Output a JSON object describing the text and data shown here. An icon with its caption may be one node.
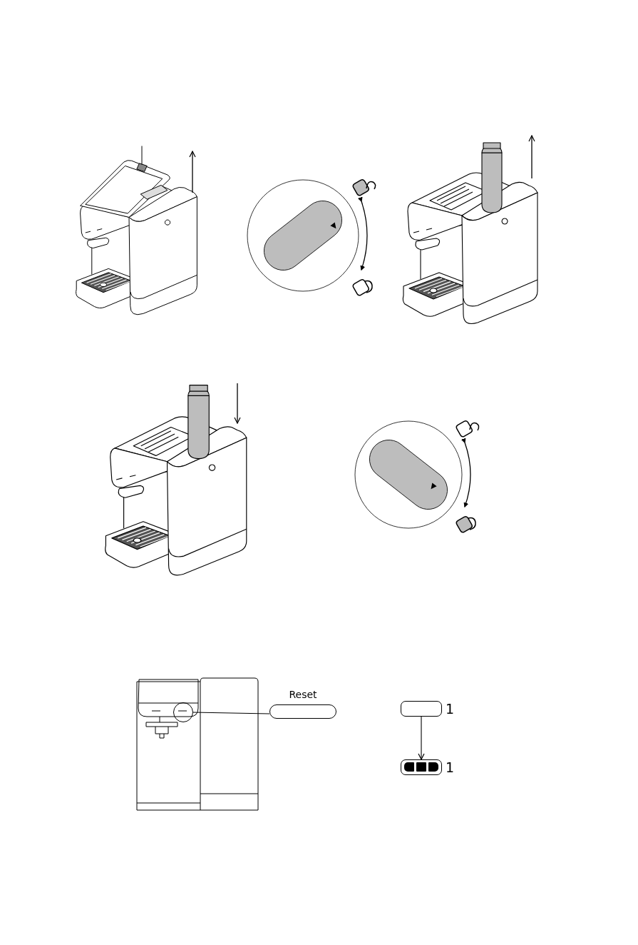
{
  "diagram": {
    "nodes": [
      {
        "text": [],
        "shape": "circle"
      },
      {
        "text": [
          "Reset"
        ]
      },
      {
        "text": [],
        "shape": "box",
        "beside": [
          "1"
        ]
      },
      {
        "text": [],
        "shape": "box",
        "beside": [
          "1"
        ]
      }
    ],
    "edges": [
      {
        "from": 0,
        "to": 1,
        "arrow": "none"
      },
      {
        "from": 2,
        "to": 3,
        "arrow": "to"
      }
    ]
  }
}
